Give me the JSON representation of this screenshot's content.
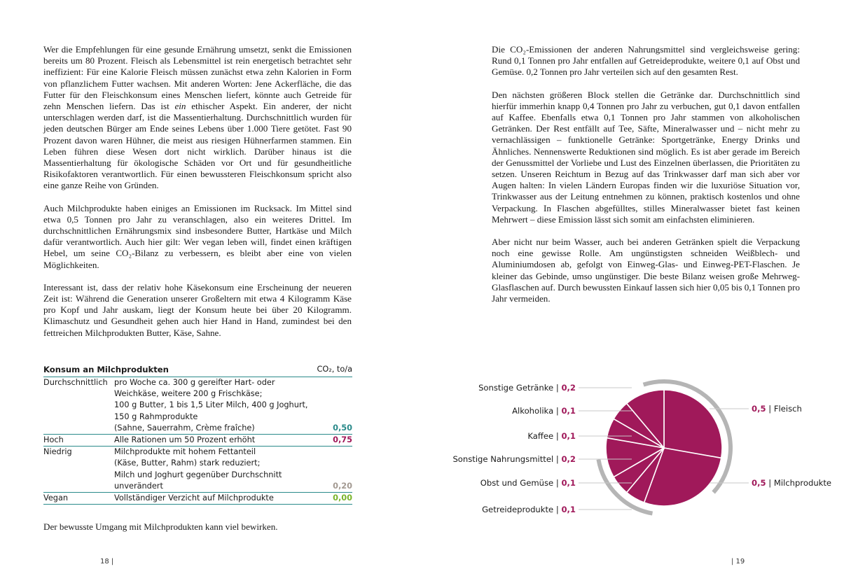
{
  "left_page": {
    "paragraphs": [
      {
        "before": "Wer die Empfehlungen für eine gesunde Ernährung umsetzt, senkt die Emissionen bereits um 80 Prozent. Fleisch als Lebensmittel ist rein energetisch betrachtet sehr ineffizient: Für eine Kalorie Fleisch müssen zunächst etwa zehn Kalorien in Form von pflanzlichem Futter wachsen. Mit anderen Worten: Jene Ackerfläche, die das Futter für den Fleischkonsum eines Menschen liefert, könnte auch Getreide für zehn Menschen liefern. Das ist ",
        "emphasis": "ein",
        "after": " ethischer Aspekt. Ein anderer, der nicht unterschlagen werden darf, ist die Massentierhaltung. Durchschnittlich wurden für jeden deutschen Bürger am Ende seines Lebens über 1.000 Tiere getötet. Fast 90 Prozent davon waren Hühner, die meist aus riesigen Hühnerfarmen stammen. Ein Leben führen diese Wesen dort nicht wirklich. Darüber hinaus ist die Massentierhaltung für ökologische Schäden vor Ort und für gesundheitliche Risikofaktoren verantwortlich. Für einen bewussteren Fleischkonsum spricht also eine ganze Reihe von Gründen."
      },
      "Auch Milchprodukte haben einiges an Emissionen im Rucksack. Im Mittel sind etwa 0,5 Tonnen pro Jahr zu veranschlagen, also ein weiteres Drittel. Im durchschnittlichen Ernährungsmix sind insbesondere Butter, Hartkäse und Milch dafür verantwortlich. Auch hier gilt: Wer vegan leben will, findet einen kräftigen Hebel, um seine CO₂-Bilanz zu verbessern, es bleibt aber eine von vielen Möglichkeiten.",
      "Interessant ist, dass der relativ hohe Käsekonsum eine Erscheinung der neueren Zeit ist: Während die Generation unserer Großeltern mit etwa 4 Kilogramm Käse pro Kopf und Jahr auskam, liegt der Konsum heute bei über 20 Kilogramm. Klimaschutz und Gesundheit gehen auch hier Hand in Hand, zumindest bei den fettreichen Milchprodukten Butter, Käse, Sahne."
    ],
    "table": {
      "title": "Konsum an Milchprodukten",
      "unit": "CO₂, to/a",
      "rows": [
        {
          "label": "Durchschnittlich",
          "lines": [
            "pro Woche ca. 300 g gereifter Hart- oder",
            "Weichkäse, weitere 200 g Frischkäse;",
            "100 g Butter, 1 bis 1,5 Liter Milch, 400 g Joghurt,",
            "150 g Rahmprodukte",
            "(Sahne, Sauerrahm, Crème fraîche)"
          ],
          "value": "0,50",
          "color": "#2a8a8a"
        },
        {
          "label": "Hoch",
          "lines": [
            "Alle Rationen um 50 Prozent erhöht"
          ],
          "value": "0,75",
          "color": "#a0195a"
        },
        {
          "label": "Niedrig",
          "lines": [
            "Milchprodukte mit hohem Fettanteil",
            "(Käse, Butter, Rahm) stark reduziert;",
            "Milch und Joghurt gegenüber Durchschnitt",
            "unverändert"
          ],
          "value": "0,20",
          "color": "#a39a92"
        },
        {
          "label": "Vegan",
          "lines": [
            "Vollständiger Verzicht auf Milchprodukte"
          ],
          "value": "0,00",
          "color": "#7ab42a"
        }
      ]
    },
    "closing": "Der bewusste Umgang mit Milchprodukten kann viel bewirken.",
    "page_number": "18 |"
  },
  "right_page": {
    "paragraphs": [
      "Die CO₂-Emissionen der anderen Nahrungsmittel sind vergleichsweise gering: Rund 0,1 Tonnen pro Jahr entfallen auf Getreideprodukte, weitere 0,1 auf Obst und Gemüse. 0,2 Tonnen pro Jahr verteilen sich auf den gesamten Rest.",
      "Den nächsten größeren Block stellen die Getränke dar. Durchschnittlich sind hierfür immerhin knapp 0,4 Tonnen pro Jahr zu verbuchen, gut 0,1 davon entfallen auf Kaffee. Ebenfalls etwa 0,1 Tonnen pro Jahr stammen von alkoholischen Getränken. Der Rest entfällt auf Tee, Säfte, Mineralwasser und – nicht mehr zu vernachlässigen – funktionelle Getränke: Sportgetränke, Energy Drinks und Ähnliches. Nennenswerte Reduktionen sind möglich. Es ist aber gerade im Bereich der Genussmittel der Vorliebe und Lust des Einzelnen überlassen, die Prioritäten zu setzen. Unseren Reichtum in Bezug auf das Trinkwasser darf man sich aber vor Augen halten: In vielen Ländern Europas finden wir die luxuriöse Situation vor, Trinkwasser aus der Leitung entnehmen zu können, praktisch kostenlos und ohne Verpackung. In Flaschen abgefülltes, stilles Mineralwasser bietet fast keinen Mehrwert – diese Emission lässt sich somit am einfachsten eliminieren.",
      "Aber nicht nur beim Wasser, auch bei anderen Getränken spielt die Verpackung noch eine gewisse Rolle. Am ungünstigsten schneiden Weißblech- und Aluminiumdosen ab, gefolgt von Einweg-Glas- und Einweg-PET-Flaschen. Je kleiner das Gebinde, umso ungünstiger. Die beste Bilanz weisen große Mehrweg-Glasflaschen auf. Durch bewussten Einkauf lassen sich hier 0,05 bis 0,1 Tonnen pro Jahr vermeiden."
    ],
    "page_number": "| 19"
  },
  "chart_data": {
    "type": "pie",
    "slices": [
      {
        "label": "Fleisch",
        "value": 0.5,
        "display": "0,5"
      },
      {
        "label": "Milchprodukte",
        "value": 0.5,
        "display": "0,5"
      },
      {
        "label": "Getreideprodukte",
        "value": 0.1,
        "display": "0,1"
      },
      {
        "label": "Obst und Gemüse",
        "value": 0.1,
        "display": "0,1"
      },
      {
        "label": "Sonstige Nahrungsmittel",
        "value": 0.2,
        "display": "0,2"
      },
      {
        "label": "Kaffee",
        "value": 0.1,
        "display": "0,1"
      },
      {
        "label": "Alkoholika",
        "value": 0.1,
        "display": "0,1"
      },
      {
        "label": "Sonstige Getränke",
        "value": 0.2,
        "display": "0,2"
      }
    ],
    "colors": {
      "slice": "#a0195a",
      "stroke": "#ffffff",
      "ring": "#b5b5b5",
      "value_text": "#a0195a"
    }
  }
}
